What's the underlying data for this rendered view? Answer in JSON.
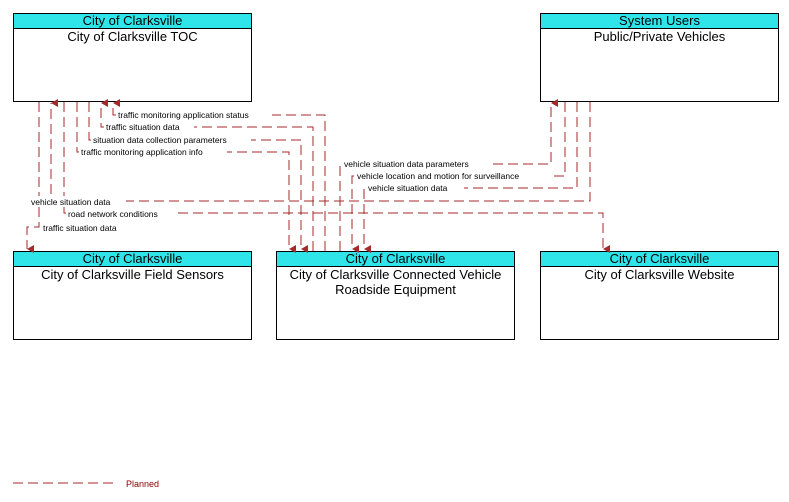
{
  "nodes": {
    "toc": {
      "category": "City of Clarksville",
      "name": "City of Clarksville TOC"
    },
    "vehicles": {
      "category": "System Users",
      "name": "Public/Private Vehicles"
    },
    "sensors": {
      "category": "City of Clarksville",
      "name": "City of Clarksville Field Sensors"
    },
    "cvre": {
      "category": "City of Clarksville",
      "name": "City of Clarksville Connected Vehicle Roadside Equipment"
    },
    "website": {
      "category": "City of Clarksville",
      "name": "City of Clarksville Website"
    }
  },
  "flows": {
    "f1": "traffic monitoring application status",
    "f2": "traffic situation data",
    "f3": "situation data collection parameters",
    "f4": "traffic monitoring application info",
    "f5": "vehicle situation data parameters",
    "f6": "vehicle location and motion for surveillance",
    "f7": "vehicle situation data",
    "f8": "vehicle situation data",
    "f9": "road network conditions",
    "f10": "traffic situation data"
  },
  "legend": {
    "planned": "Planned"
  },
  "colors": {
    "flow": "#a52a2a",
    "header": "#2fe5ea"
  }
}
